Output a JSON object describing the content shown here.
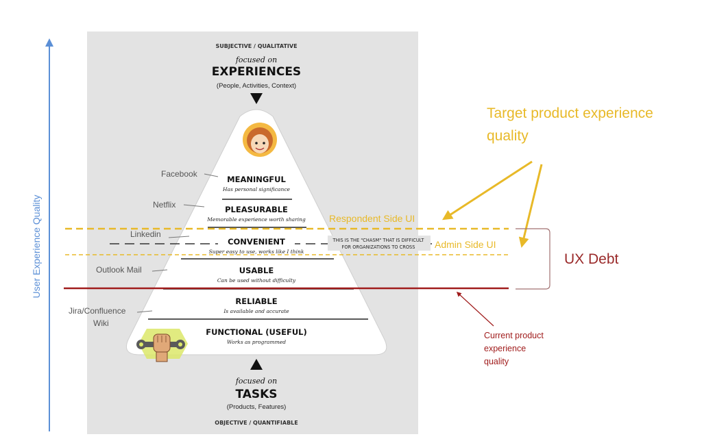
{
  "axis": {
    "label": "User Experience Quality"
  },
  "top": {
    "caption": "SUBJECTIVE / QUALITATIVE",
    "focused": "focused on",
    "title": "EXPERIENCES",
    "sub": "(People, Activities, Context)"
  },
  "bottom": {
    "focused": "focused on",
    "title": "TASKS",
    "sub": "(Products, Features)",
    "caption": "OBJECTIVE / QUANTIFIABLE"
  },
  "levels": [
    {
      "title": "MEANINGFUL",
      "desc": "Has personal significance"
    },
    {
      "title": "PLEASURABLE",
      "desc": "Memorable experience worth sharing"
    },
    {
      "title": "CONVENIENT",
      "desc": "Super easy to use, works like I think"
    },
    {
      "title": "USABLE",
      "desc": "Can be used without difficulty"
    },
    {
      "title": "RELIABLE",
      "desc": "Is available and accurate"
    },
    {
      "title": "FUNCTIONAL (USEFUL)",
      "desc": "Works as programmed"
    }
  ],
  "chasm": {
    "line1": "THIS IS THE \"CHASM\" THAT IS DIFFICULT",
    "line2": "FOR ORGANIZATIONS TO CROSS"
  },
  "examples": {
    "facebook": "Facebook",
    "netflix": "Netflix",
    "linkedin": "Linkedin",
    "outlook": "Outlook Mail",
    "jira_line1": "Jira/Confluence",
    "jira_line2": "Wiki"
  },
  "annotations": {
    "target_line1": "Target product experience",
    "target_line2": "quality",
    "respondent": "Respondent Side UI",
    "admin": "Admin Side UI",
    "ux_debt": "UX Debt",
    "current_line1": "Current product",
    "current_line2": "experience",
    "current_line3": "quality"
  },
  "colors": {
    "axis": "#5b8fd6",
    "target": "#e8b928",
    "current": "#a01c1c",
    "ux_debt": "#9a2a2a",
    "panel": "#e3e3e3"
  }
}
